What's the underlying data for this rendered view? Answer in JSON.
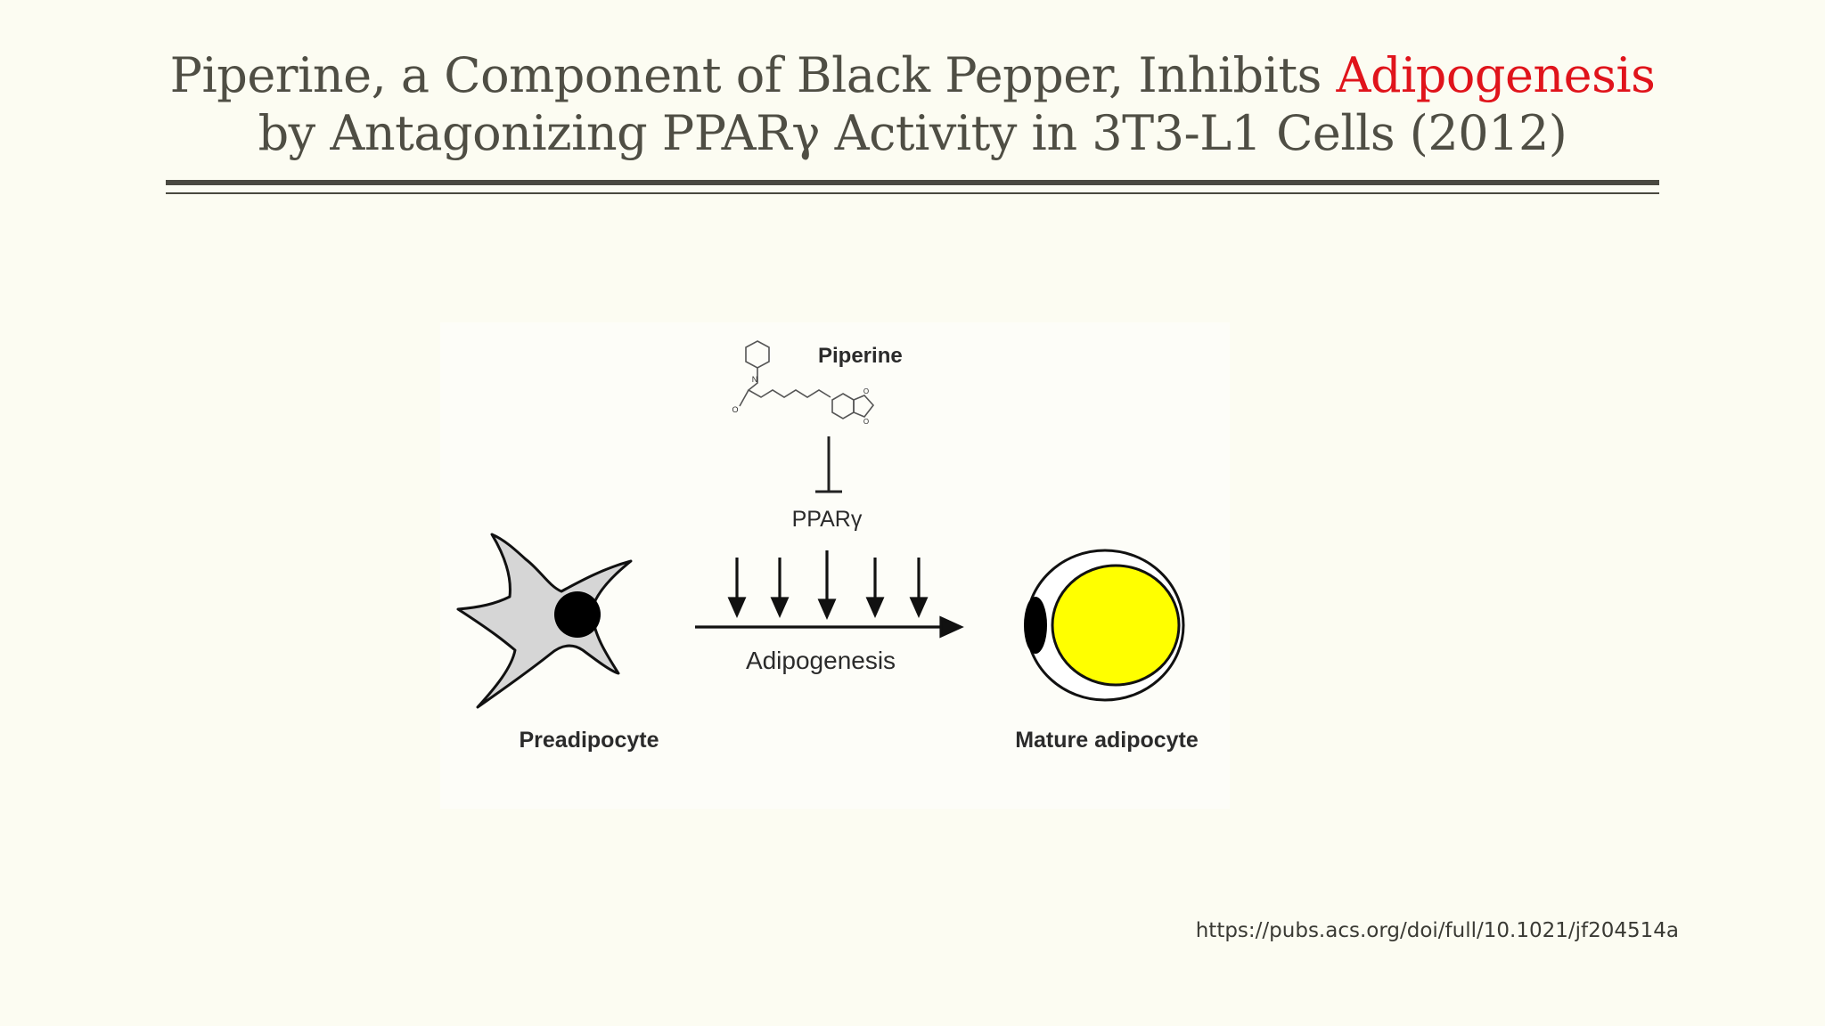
{
  "slide": {
    "title_line1_prefix": "Piperine, a Component of Black Pepper, Inhibits",
    "title_line1_highlight": "Adipogenesis",
    "title_line2": "by Antagonizing PPARγ Activity in 3T3-L1 Cells (2012)",
    "accent_color": "#e0141b",
    "source_url": "https://pubs.acs.org/doi/full/10.1021/jf204514a"
  },
  "diagram": {
    "compound_label": "Piperine",
    "target_label": "PPARγ",
    "process_label": "Adipogenesis",
    "start_cell_label": "Preadipocyte",
    "end_cell_label": "Mature adipocyte",
    "lipid_droplet_color": "#ffff00",
    "cell_body_color": "#d6d6d6"
  }
}
